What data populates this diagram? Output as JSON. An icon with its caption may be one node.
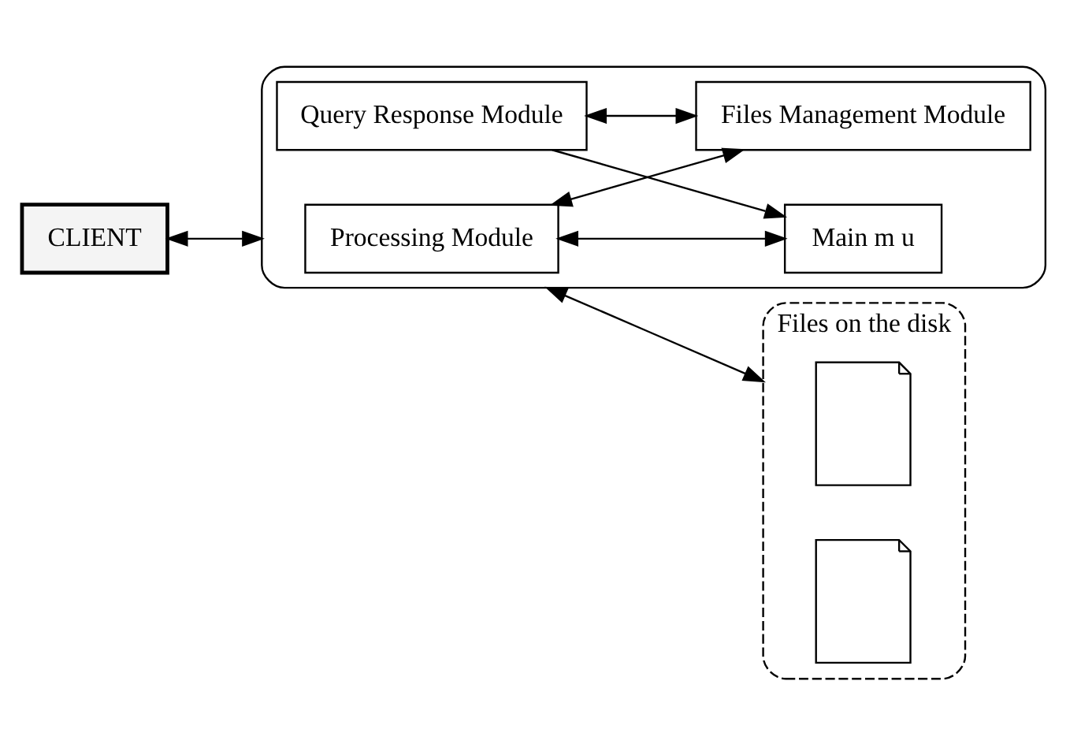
{
  "diagram": {
    "nodes": [
      {
        "text": [
          "CLIENT"
        ]
      },
      {
        "text": [],
        "shape": "box"
      },
      {
        "text": [
          "Processing Module"
        ],
        "in": 1
      },
      {
        "text": [
          "Main m u"
        ],
        "in": 1
      },
      {
        "text": [
          "Files Management Module"
        ],
        "in": 1
      },
      {
        "text": [
          "Query Response Module"
        ],
        "in": 1
      },
      {
        "text": [
          "Files on the disk"
        ]
      },
      {
        "text": [],
        "shape": "document",
        "in": 6
      },
      {
        "text": [],
        "shape": "document",
        "in": 6
      }
    ],
    "edges": [
      {
        "from": 0,
        "to": 1,
        "arrow": "both"
      },
      {
        "from": 1,
        "to": 6,
        "arrow": "both"
      },
      {
        "from": 2,
        "to": 3,
        "arrow": "both"
      },
      {
        "from": 2,
        "to": 4,
        "arrow": "both"
      },
      {
        "from": 5,
        "to": 3,
        "arrow": "to"
      },
      {
        "from": 5,
        "to": 4,
        "arrow": "both"
      }
    ]
  }
}
